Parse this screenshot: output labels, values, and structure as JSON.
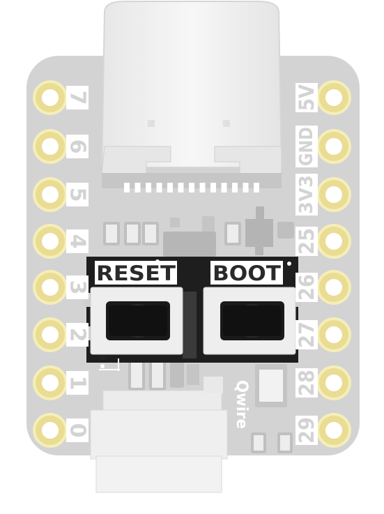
{
  "board": {
    "left_pins": [
      "7",
      "6",
      "5",
      "4",
      "3",
      "2",
      "1",
      "0"
    ],
    "right_pins": [
      "5V",
      "GND",
      "3V3",
      "25",
      "26",
      "27",
      "28",
      "29"
    ],
    "reset_label": "RESET",
    "boot_label": "BOOT",
    "connector_label": "Qwire",
    "colors": {
      "pcb": "#d3d3d3",
      "pad_ring": "#efe5a6",
      "silkscreen": "#ffffff",
      "button_panel": "#1e1e1e",
      "usb_shell": "#f1f1f1"
    }
  }
}
